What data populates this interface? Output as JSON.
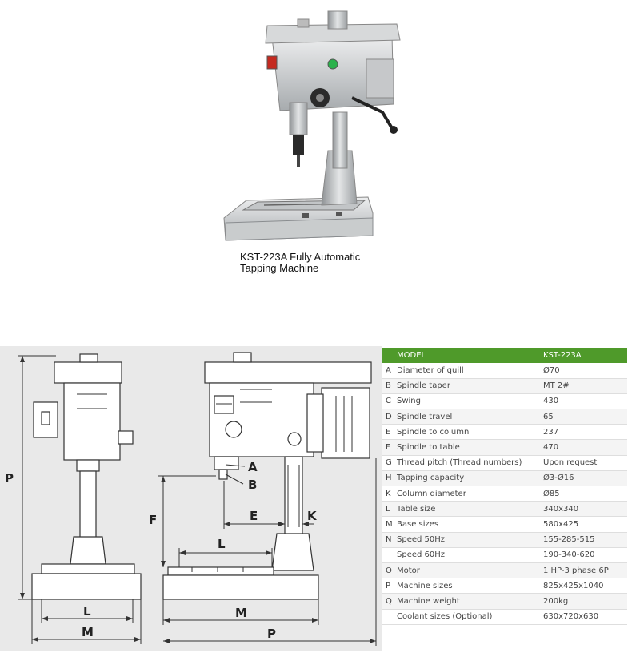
{
  "caption": {
    "line1": "KST-223A Fully Automatic",
    "line2": "Tapping Machine"
  },
  "drawing": {
    "labels": {
      "P_left": "P",
      "L_left": "L",
      "M_left": "M",
      "A": "A",
      "B": "B",
      "F": "F",
      "E": "E",
      "K": "K",
      "L_right": "L",
      "M_right": "M",
      "P_bottom": "P"
    }
  },
  "spec_table": {
    "header": {
      "letter": "",
      "name": "MODEL",
      "value": "KST-223A"
    },
    "rows": [
      {
        "letter": "A",
        "name": "Diameter of quill",
        "value": "Ø70"
      },
      {
        "letter": "B",
        "name": "Spindle taper",
        "value": "MT 2#"
      },
      {
        "letter": "C",
        "name": "Swing",
        "value": "430"
      },
      {
        "letter": "D",
        "name": "Spindle travel",
        "value": "65"
      },
      {
        "letter": "E",
        "name": "Spindle to column",
        "value": "237"
      },
      {
        "letter": "F",
        "name": "Spindle to table",
        "value": "470"
      },
      {
        "letter": "G",
        "name": "Thread pitch (Thread numbers)",
        "value": "Upon request"
      },
      {
        "letter": "H",
        "name": "Tapping capacity",
        "value": "Ø3-Ø16"
      },
      {
        "letter": "K",
        "name": "Column diameter",
        "value": "Ø85"
      },
      {
        "letter": "L",
        "name": "Table size",
        "value": "340x340"
      },
      {
        "letter": "M",
        "name": "Base sizes",
        "value": "580x425"
      },
      {
        "letter": "N",
        "name": "Speed 50Hz",
        "value": "155-285-515"
      },
      {
        "letter": "",
        "name": "Speed 60Hz",
        "value": "190-340-620"
      },
      {
        "letter": "O",
        "name": "Motor",
        "value": "1 HP-3 phase 6P"
      },
      {
        "letter": "P",
        "name": "Machine sizes",
        "value": "825x425x1040"
      },
      {
        "letter": "Q",
        "name": "Machine weight",
        "value": "200kg"
      },
      {
        "letter": "",
        "name": "Coolant sizes (Optional)",
        "value": "630x720x630"
      }
    ]
  },
  "colors": {
    "header_green": "#4f9a2a",
    "drawing_bg": "#e9e9e9",
    "machine_grey": "#b9bcbe"
  }
}
